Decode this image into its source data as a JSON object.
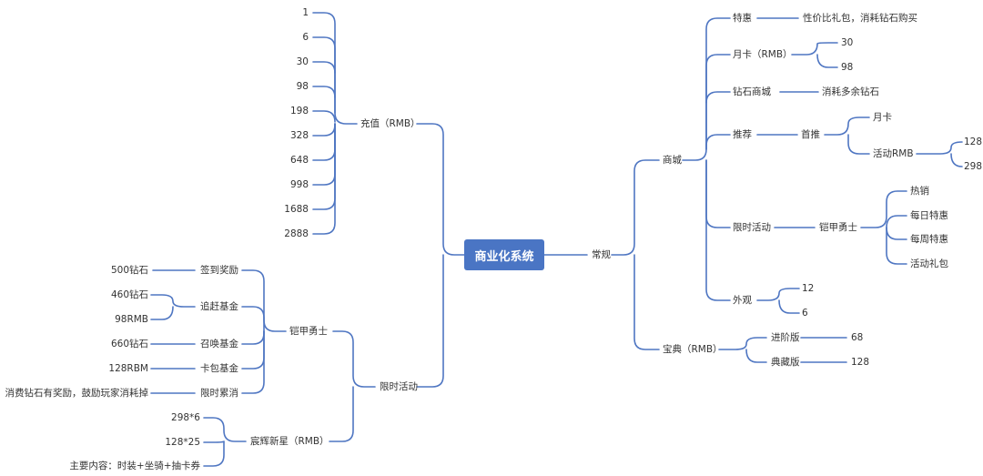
{
  "root": "商业化系统",
  "colors": {
    "line": "#4f76c2",
    "root_bg": "#4a75c4",
    "text": "#333333"
  },
  "right": {
    "changgui": "常规",
    "shangcheng": "商城",
    "tehui": "特惠",
    "tehui_desc": "性价比礼包，消耗钻石购买",
    "yueka": "月卡（RMB）",
    "yueka_opts": [
      "30",
      "98"
    ],
    "zuanshi_shangcheng": "钻石商城",
    "zuanshi_desc": "消耗多余钻石",
    "tuijian": "推荐",
    "shoutui": "首推",
    "shoutui_yueka": "月卡",
    "huodong_rmb": "活动RMB",
    "huodong_rmb_opts": [
      "128",
      "298"
    ],
    "xianshi_huodong": "限时活动",
    "kaijia_yongshi": "铠甲勇士",
    "kaijia_items": [
      "热销",
      "每日特惠",
      "每周特惠",
      "活动礼包"
    ],
    "waiguan": "外观",
    "waiguan_opts": [
      "12",
      "6"
    ],
    "baodian": "宝典（RMB）",
    "jinjie": "进阶版",
    "jinjie_val": "68",
    "diancang": "典藏版",
    "diancang_val": "128"
  },
  "left": {
    "chongzhi": "充值（RMB）",
    "chongzhi_opts": [
      "1",
      "6",
      "30",
      "98",
      "198",
      "328",
      "648",
      "998",
      "1688",
      "2888"
    ],
    "xianshi_huodong": "限时活动",
    "kaijia_yongshi": "铠甲勇士",
    "qiandao": "签到奖励",
    "qiandao_val": "500钻石",
    "zhuigan": "追赶基金",
    "zhuigan_vals": [
      "460钻石",
      "98RMB"
    ],
    "zhaohuan": "召唤基金",
    "zhaohuan_val": "660钻石",
    "kabao": "卡包基金",
    "kabao_val": "128RBM",
    "xianshi_leixiao": "限时累消",
    "leixiao_desc": "消费钻石有奖励，鼓励玩家消耗掉",
    "chenhui": "宸辉新星（RMB）",
    "chenhui_vals": [
      "298*6",
      "128*25",
      "主要内容：时装+坐骑+抽卡券"
    ]
  }
}
